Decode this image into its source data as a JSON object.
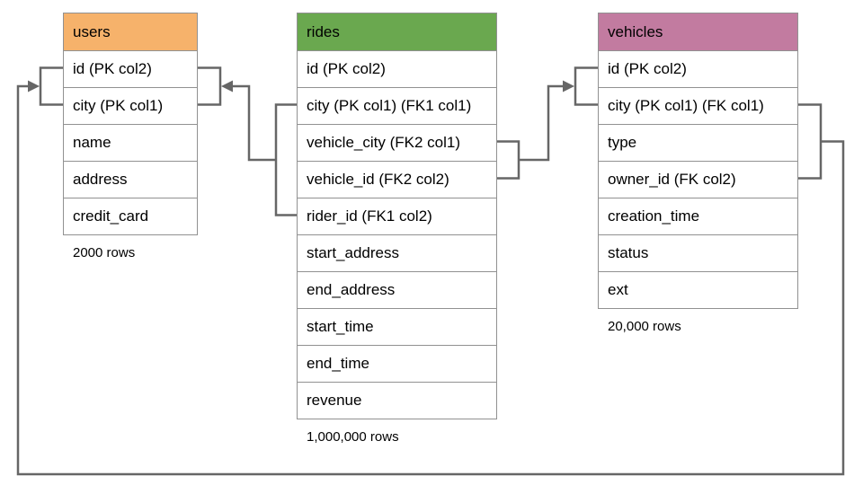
{
  "colors": {
    "users_header": "#F6B26B",
    "rides_header": "#6AA84F",
    "vehicles_header": "#C27BA0",
    "connector_line": "#666666",
    "table_border": "#919191",
    "background": "#FFFFFF",
    "text": "#000000"
  },
  "tables": [
    {
      "name": "users",
      "columns": [
        "id (PK col2)",
        "city (PK col1)",
        "name",
        "address",
        "credit_card"
      ],
      "row_count_label": "2000 rows"
    },
    {
      "name": "rides",
      "columns": [
        "id (PK col2)",
        "city (PK col1) (FK1 col1)",
        "vehicle_city (FK2 col1)",
        "vehicle_id (FK2 col2)",
        "rider_id (FK1 col2)",
        "start_address",
        "end_address",
        "start_time",
        "end_time",
        "revenue"
      ],
      "row_count_label": "1,000,000 rows"
    },
    {
      "name": "vehicles",
      "columns": [
        "id (PK col2)",
        "city (PK col1) (FK col1)",
        "type",
        "owner_id (FK col2)",
        "creation_time",
        "status",
        "ext"
      ],
      "row_count_label": "20,000 rows"
    }
  ],
  "relationships": [
    {
      "name": "FK1",
      "from_table": "rides",
      "from_columns": [
        "city",
        "rider_id"
      ],
      "to_table": "users",
      "to_columns": [
        "city",
        "id"
      ]
    },
    {
      "name": "FK2",
      "from_table": "rides",
      "from_columns": [
        "vehicle_city",
        "vehicle_id"
      ],
      "to_table": "vehicles",
      "to_columns": [
        "city",
        "id"
      ]
    },
    {
      "name": "FK",
      "from_table": "vehicles",
      "from_columns": [
        "city",
        "owner_id"
      ],
      "to_table": "users",
      "to_columns": [
        "city",
        "id"
      ]
    }
  ]
}
